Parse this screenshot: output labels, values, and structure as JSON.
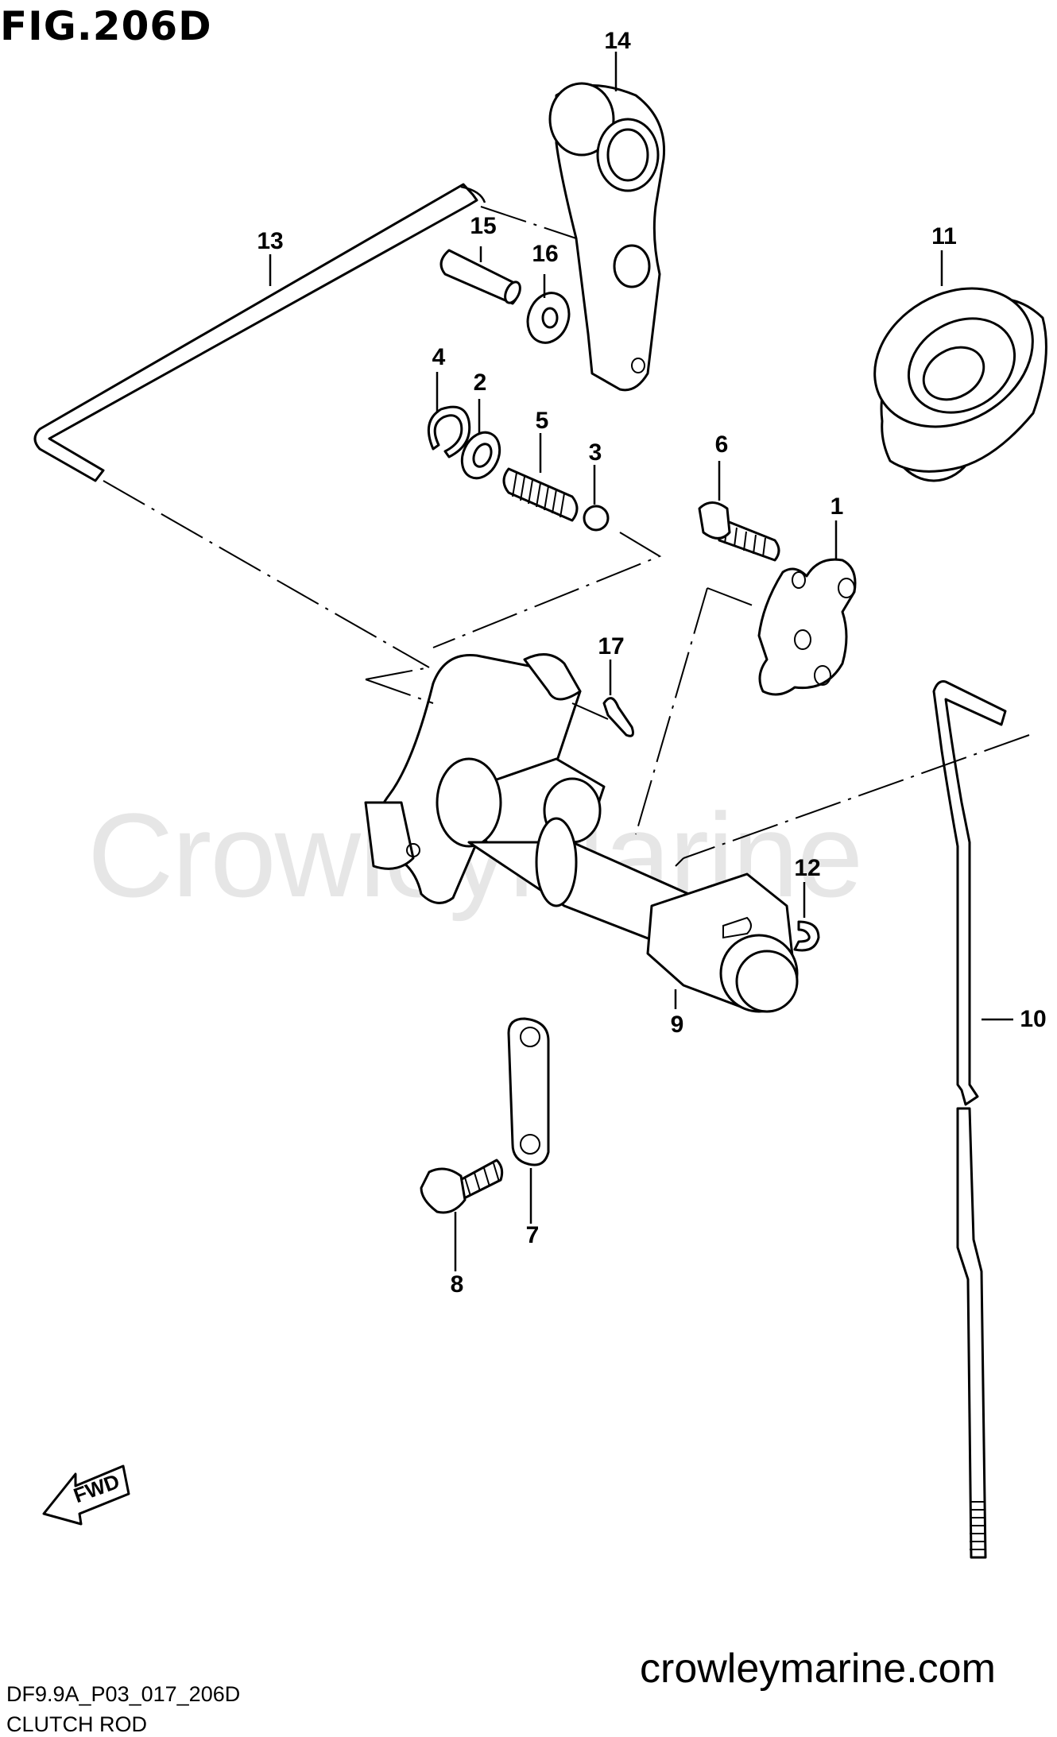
{
  "figure": {
    "title": "FIG.206D",
    "code": "DF9.9A_P03_017_206D",
    "caption": "CLUTCH ROD",
    "website": "crowleymarine.com",
    "watermark": "CrowleyMarine",
    "fwd_label": "FWD"
  },
  "callouts": [
    {
      "id": "14",
      "label": "14"
    },
    {
      "id": "13",
      "label": "13"
    },
    {
      "id": "15",
      "label": "15"
    },
    {
      "id": "16",
      "label": "16"
    },
    {
      "id": "11",
      "label": "11"
    },
    {
      "id": "4",
      "label": "4"
    },
    {
      "id": "2",
      "label": "2"
    },
    {
      "id": "5",
      "label": "5"
    },
    {
      "id": "3",
      "label": "3"
    },
    {
      "id": "6",
      "label": "6"
    },
    {
      "id": "1",
      "label": "1"
    },
    {
      "id": "17",
      "label": "17"
    },
    {
      "id": "12",
      "label": "12"
    },
    {
      "id": "9",
      "label": "9"
    },
    {
      "id": "10",
      "label": "10"
    },
    {
      "id": "7",
      "label": "7"
    },
    {
      "id": "8",
      "label": "8"
    }
  ],
  "colors": {
    "ink": "#000000",
    "watermark": "#e6e6e6",
    "background": "#ffffff"
  }
}
